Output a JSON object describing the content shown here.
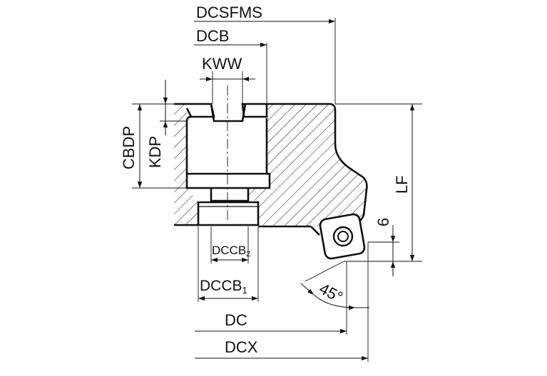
{
  "labels": {
    "dcsfms": "DCSFMS",
    "dcb": "DCB",
    "kww": "KWW",
    "cbdp": "CBDP",
    "kdp": "KDP",
    "lf": "LF",
    "six": "6",
    "dccb2_base": "DCCB",
    "dccb2_sub": "2",
    "dccb1_base": "DCCB",
    "dccb1_sub": "1",
    "angle": "45°",
    "dc": "DC",
    "dcx": "DCX"
  },
  "colors": {
    "ink": "#111111",
    "background": "#ffffff"
  },
  "icons": {
    "arrowhead": "filled-triangle",
    "insert_hole": "concentric-circles"
  }
}
